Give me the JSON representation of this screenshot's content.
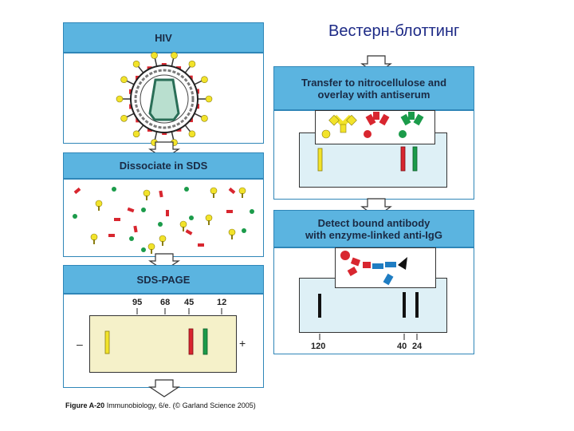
{
  "title": "Вестерн-блоттинг",
  "panels": {
    "hiv": {
      "label": "HIV"
    },
    "dissociate": {
      "label": "Dissociate in SDS"
    },
    "sds_page": {
      "label": "SDS-PAGE"
    },
    "transfer": {
      "label_line1": "Transfer to nitrocellulose and",
      "label_line2": "overlay with antiserum"
    },
    "detect": {
      "label_line1": "Detect bound antibody",
      "label_line2": "with enzyme-linked anti-IgG"
    }
  },
  "gel": {
    "markers": [
      "95",
      "68",
      "45",
      "12"
    ],
    "minus": "–",
    "plus": "+"
  },
  "blot": {
    "markers": [
      "120",
      "40",
      "24"
    ]
  },
  "caption": {
    "figure": "Figure A-20",
    "rest": " Immunobiology, 6/e. (© Garland Science 2005)"
  },
  "colors": {
    "panel_header": "#5bb4e0",
    "panel_border": "#2f86b8",
    "blot_fill": "#def0f6",
    "arrow_fill": "#ffffff",
    "yellow": "#f2e32a",
    "red": "#d8262f",
    "green": "#1b9b4a",
    "blue": "#1f7dc2",
    "black": "#111111"
  }
}
